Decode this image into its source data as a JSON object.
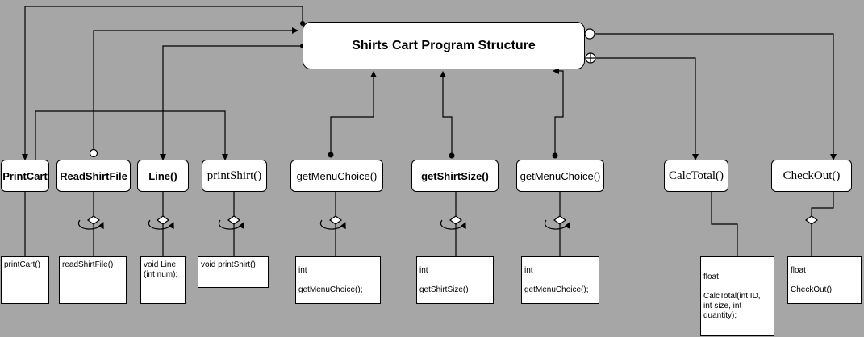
{
  "title": "Shirts Cart Program Structure",
  "modules": {
    "print_cart": "PrintCart",
    "read_shirt_file": "ReadShirtFile",
    "line": "Line()",
    "print_shirt": "printShirt()",
    "get_menu_choice_1": "getMenuChoice()",
    "get_shirt_size": "getShirtSize()",
    "get_menu_choice_2": "getMenuChoice()",
    "calc_total": "CalcTotal()",
    "check_out": "CheckOut()"
  },
  "functions": {
    "print_cart": "printCart()",
    "read_shirt_file": "readShirtFile()",
    "line": "void Line\n(int num);",
    "print_shirt": "void printShirt()",
    "get_menu_choice_1": "int\n\ngetMenuChoice();",
    "get_shirt_size": "int\n\ngetShirtSize()",
    "get_menu_choice_2": "int\n\ngetMenuChoice();",
    "calc_total": "float\n\nCalcTotal(int ID,\nint size, int\nquantity);",
    "check_out": "float\n\nCheckOut();"
  },
  "colors": {
    "background": "#a6a6a6",
    "box_fill": "#ffffff",
    "line": "#000000"
  }
}
